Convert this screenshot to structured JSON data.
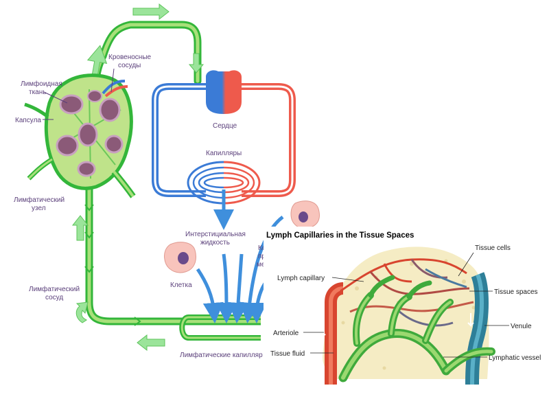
{
  "colors": {
    "lymph": "#33b63a",
    "lymph_light": "#a8e07a",
    "arrow_green": "#9be49a",
    "blood_blue": "#3b7bd6",
    "blood_red": "#ee5a4c",
    "fluid_arrow": "#3f8fdc",
    "ru_text": "#5a3f7a",
    "node_fill": "#bfe38a",
    "follicle": "#8b5a78",
    "panel_bg": "#f5ecc4",
    "vein_teal": "#3a8ea8"
  },
  "ru_labels": {
    "blood_vessels": [
      "Кровеносные",
      "сосуды"
    ],
    "lymphoid_tissue": [
      "Лимфоидная",
      "ткань"
    ],
    "capsule": "Капсула",
    "heart": "Сердце",
    "capillaries": "Капилляры",
    "lymph_node": [
      "Лимфатический",
      "узел"
    ],
    "interstitial_fluid": [
      "Интерстициальная",
      "жидкость"
    ],
    "cell": "Клетка",
    "lymph_vessel": [
      "Лимфатический",
      "сосуд"
    ],
    "lymph_capillaries": "Лимфатические капилляр",
    "partial": [
      "Ко",
      "пр",
      "метабо"
    ]
  },
  "inset": {
    "title": "Lymph Capillaries in the Tissue Spaces",
    "labels": {
      "tissue_cells": "Tissue cells",
      "lymph_capillary": "Lymph capillary",
      "tissue_spaces": "Tissue spaces",
      "arteriole": "Arteriole",
      "venule": "Venule",
      "tissue_fluid": "Tissue fluid",
      "lymphatic_vessel": "Lymphatic vessel"
    }
  }
}
